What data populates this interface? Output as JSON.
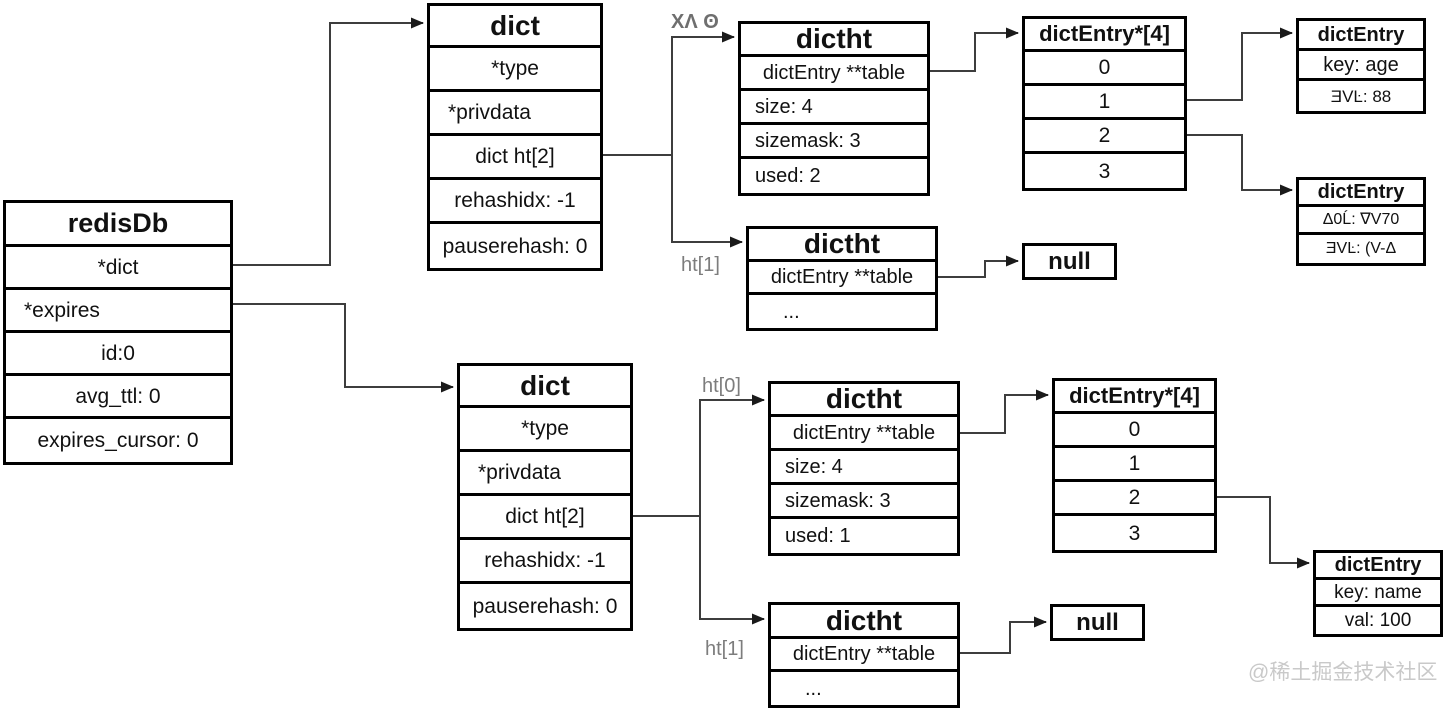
{
  "boxes": {
    "redisdb": {
      "title": "redisDb",
      "rows": [
        "*dict",
        "*expires",
        "id:0",
        "avg_ttl: 0",
        "expires_cursor: 0"
      ]
    },
    "dict_top": {
      "title": "dict",
      "rows": [
        "*type",
        "*privdata",
        "dict ht[2]",
        "rehashidx: -1",
        "pauserehash: 0"
      ]
    },
    "dict_bottom": {
      "title": "dict",
      "rows": [
        "*type",
        "*privdata",
        "dict ht[2]",
        "rehashidx: -1",
        "pauserehash: 0"
      ]
    },
    "dictht_top_ht0": {
      "title": "dictht",
      "rows": [
        "dictEntry **table",
        "size: 4",
        "sizemask: 3",
        "used: 2"
      ]
    },
    "dictht_top_ht1": {
      "title": "dictht",
      "rows": [
        "dictEntry **table",
        "..."
      ]
    },
    "dictht_bottom_ht0": {
      "title": "dictht",
      "rows": [
        "dictEntry **table",
        "size: 4",
        "sizemask: 3",
        "used: 1"
      ]
    },
    "dictht_bottom_ht1": {
      "title": "dictht",
      "rows": [
        "dictEntry **table",
        "..."
      ]
    },
    "dictentry_array_top": {
      "title": "dictEntry*[4]",
      "rows": [
        "0",
        "1",
        "2",
        "3"
      ]
    },
    "dictentry_array_bottom": {
      "title": "dictEntry*[4]",
      "rows": [
        "0",
        "1",
        "2",
        "3"
      ]
    },
    "dictentry_age": {
      "title": "dictEntry",
      "rows": [
        "key: age",
        "ƎVĿ: 88"
      ]
    },
    "dictentry_glitch": {
      "title": "dictEntry",
      "rows": [
        "Δ0Ĺ: ∇V70",
        "ƎVĿ: (V-Δ"
      ]
    },
    "dictentry_name": {
      "title": "dictEntry",
      "rows": [
        "key: name",
        "val: 100"
      ]
    },
    "null_top": {
      "title": "null"
    },
    "null_bottom": {
      "title": "null"
    }
  },
  "labels": {
    "ht0_top": "XΛ ʘ",
    "ht1_top": "ht[1]",
    "ht0_bottom": "ht[0]",
    "ht1_bottom": "ht[1]"
  },
  "watermark": "@稀土掘金技术社区",
  "colors": {
    "line": "#3d3d3d",
    "box_border": "#000000",
    "label": "#7d7d7d",
    "watermark": "#c9c9c9"
  }
}
